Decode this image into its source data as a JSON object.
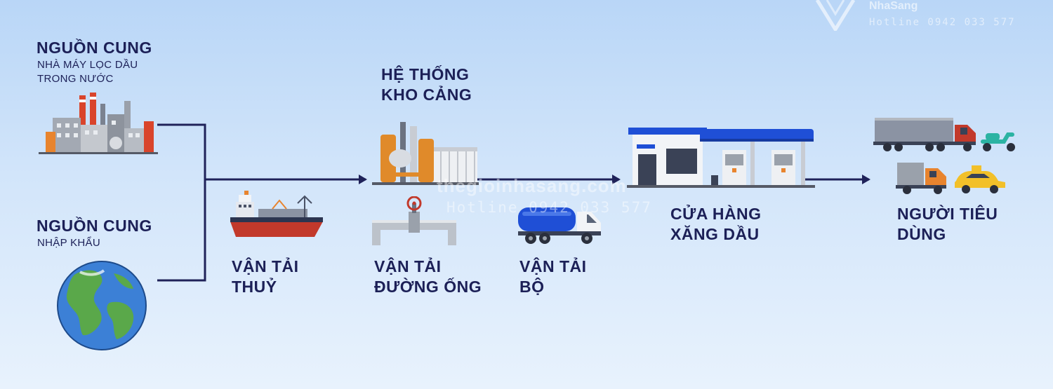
{
  "watermark": {
    "brand": "NhaSang",
    "hotline": "Hotline 0942 033 577",
    "site": "thegioinhasang.com",
    "hotline_center": "Hotline 0942 033 577"
  },
  "nodes": {
    "supply_domestic": {
      "title_line1": "NGUỒN CUNG",
      "sub_line1": "NHÀ MÁY LỌC DẦU",
      "sub_line2": "TRONG NƯỚC"
    },
    "supply_import": {
      "title_line1": "NGUỒN CUNG",
      "sub_line1": "NHẬP KHẨU"
    },
    "waterway": {
      "line1": "VẬN TẢI",
      "line2": "THUỶ"
    },
    "depot": {
      "line1": "HỆ THỐNG",
      "line2": "KHO CẢNG"
    },
    "pipeline": {
      "line1": "VẬN TẢI",
      "line2": "ĐƯỜNG ỐNG"
    },
    "road": {
      "line1": "VẬN TẢI",
      "line2": "BỘ"
    },
    "station": {
      "line1": "CỬA HÀNG",
      "line2": "XĂNG DẦU"
    },
    "consumer": {
      "line1": "NGƯỜI TIÊU",
      "line2": "DÙNG"
    }
  },
  "icons": {
    "factory": "factory-icon",
    "globe": "globe-icon",
    "ship": "tanker-ship-icon",
    "depot": "oil-depot-icon",
    "pipe": "pipeline-valve-icon",
    "truck": "tanker-truck-icon",
    "station": "gas-station-icon",
    "vehicles": "vehicles-icon"
  },
  "colors": {
    "text": "#1c2057",
    "line": "#1f2259",
    "blue_accent": "#1f4fd6",
    "orange": "#e8842e"
  }
}
